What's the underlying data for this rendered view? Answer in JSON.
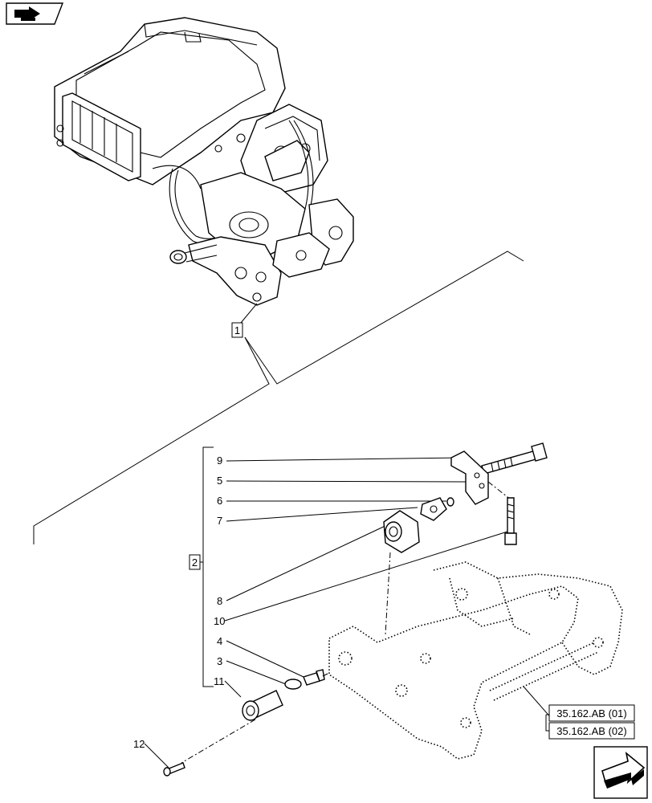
{
  "callouts": {
    "assembly_1": "1",
    "assembly_2": "2",
    "items": [
      "9",
      "5",
      "6",
      "7",
      "8",
      "10",
      "4",
      "3",
      "11",
      "12"
    ]
  },
  "references": [
    "35.162.AB (01)",
    "35.162.AB (02)"
  ],
  "icons": {
    "top_left": "section-nav-icon",
    "bottom_right": "next-page-arrow-icon"
  }
}
